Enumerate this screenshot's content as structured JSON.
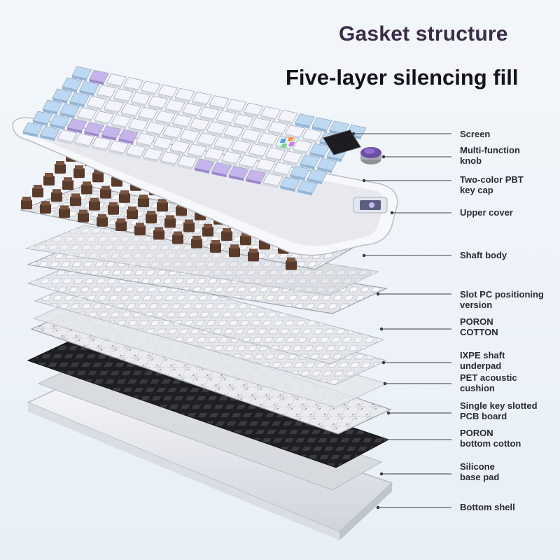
{
  "header": {
    "title": "Gasket structure",
    "subtitle": "Five-layer silencing fill"
  },
  "callouts": [
    {
      "id": "screen",
      "label": "Screen"
    },
    {
      "id": "knob",
      "label": "Multi-function\nknob"
    },
    {
      "id": "keycap",
      "label": "Two-color PBT\nkey cap"
    },
    {
      "id": "upper-cover",
      "label": "Upper cover"
    },
    {
      "id": "shaft-body",
      "label": "Shaft body"
    },
    {
      "id": "pc-plate",
      "label": "Slot PC positioning\nversion"
    },
    {
      "id": "poron-cotton",
      "label": "PORON\nCOTTON"
    },
    {
      "id": "ixpe",
      "label": "IXPE shaft\nunderpad"
    },
    {
      "id": "pet",
      "label": "PET acoustic\ncushion"
    },
    {
      "id": "pcb",
      "label": "Single key slotted\nPCB board"
    },
    {
      "id": "poron-bottom",
      "label": "PORON\nbottom cotton"
    },
    {
      "id": "silicone",
      "label": "Silicone\nbase pad"
    },
    {
      "id": "bottom-shell",
      "label": "Bottom shell"
    }
  ],
  "colors": {
    "keycap_white": "#f4f5fa",
    "keycap_blue": "#bcd9f3",
    "keycap_purple": "#c6b5ec",
    "switch_brown": "#5a3b2a",
    "plate_gray": "#d7dbe1",
    "foam_black": "#1f1f22",
    "leader_line": "#3b3b44"
  }
}
